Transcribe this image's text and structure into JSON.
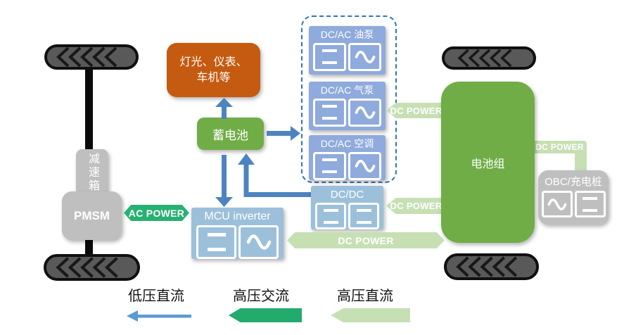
{
  "boxes": {
    "lights": {
      "label": "灯光、仪表、\n车机等"
    },
    "battery12v": {
      "label": "蓄电池"
    },
    "gearbox": {
      "label": "减速箱"
    },
    "pmsm": {
      "label": "PMSM"
    },
    "mcu": {
      "label": "MCU inverter"
    },
    "dcac_oil": {
      "label": "DC/AC 油泵"
    },
    "dcac_air": {
      "label": "DC/AC 气泵"
    },
    "dcac_hvac": {
      "label": "DC/AC 空调"
    },
    "dcdc": {
      "label": "DC/DC"
    },
    "battery_pack": {
      "label": "电池组"
    },
    "obc": {
      "label": "OBC/充电桩"
    }
  },
  "power_labels": {
    "ac_power": "AC POWER",
    "dc_power_to_pumps": "DC POWER",
    "dc_power_to_dcdc": "DC POWER",
    "dc_power_main": "DC POWER",
    "dc_power_obc": "DC POWER"
  },
  "legend": {
    "items": [
      {
        "label": "低压直流",
        "color": "#5b9bd5",
        "style": "thin-line-arrow"
      },
      {
        "label": "高压交流",
        "color": "#23ab6d",
        "style": "block-arrow"
      },
      {
        "label": "高压直流",
        "color": "#c6e0b4",
        "style": "block-arrow"
      }
    ]
  },
  "icons": {
    "dc_symbol": "=",
    "ac_symbol": "∿"
  },
  "colors": {
    "orange_box": "#c55a11",
    "green_box": "#70ad47",
    "blue_module": "#8faadc",
    "steel_module": "#9cc0da",
    "gray_box": "#bfbfbf",
    "blue_arrow": "#4c84c0",
    "teal_arrow": "#27b173",
    "light_green_arrow": "#c6e0b4",
    "dashed_border": "#2e75b6",
    "tire": "#595959"
  }
}
